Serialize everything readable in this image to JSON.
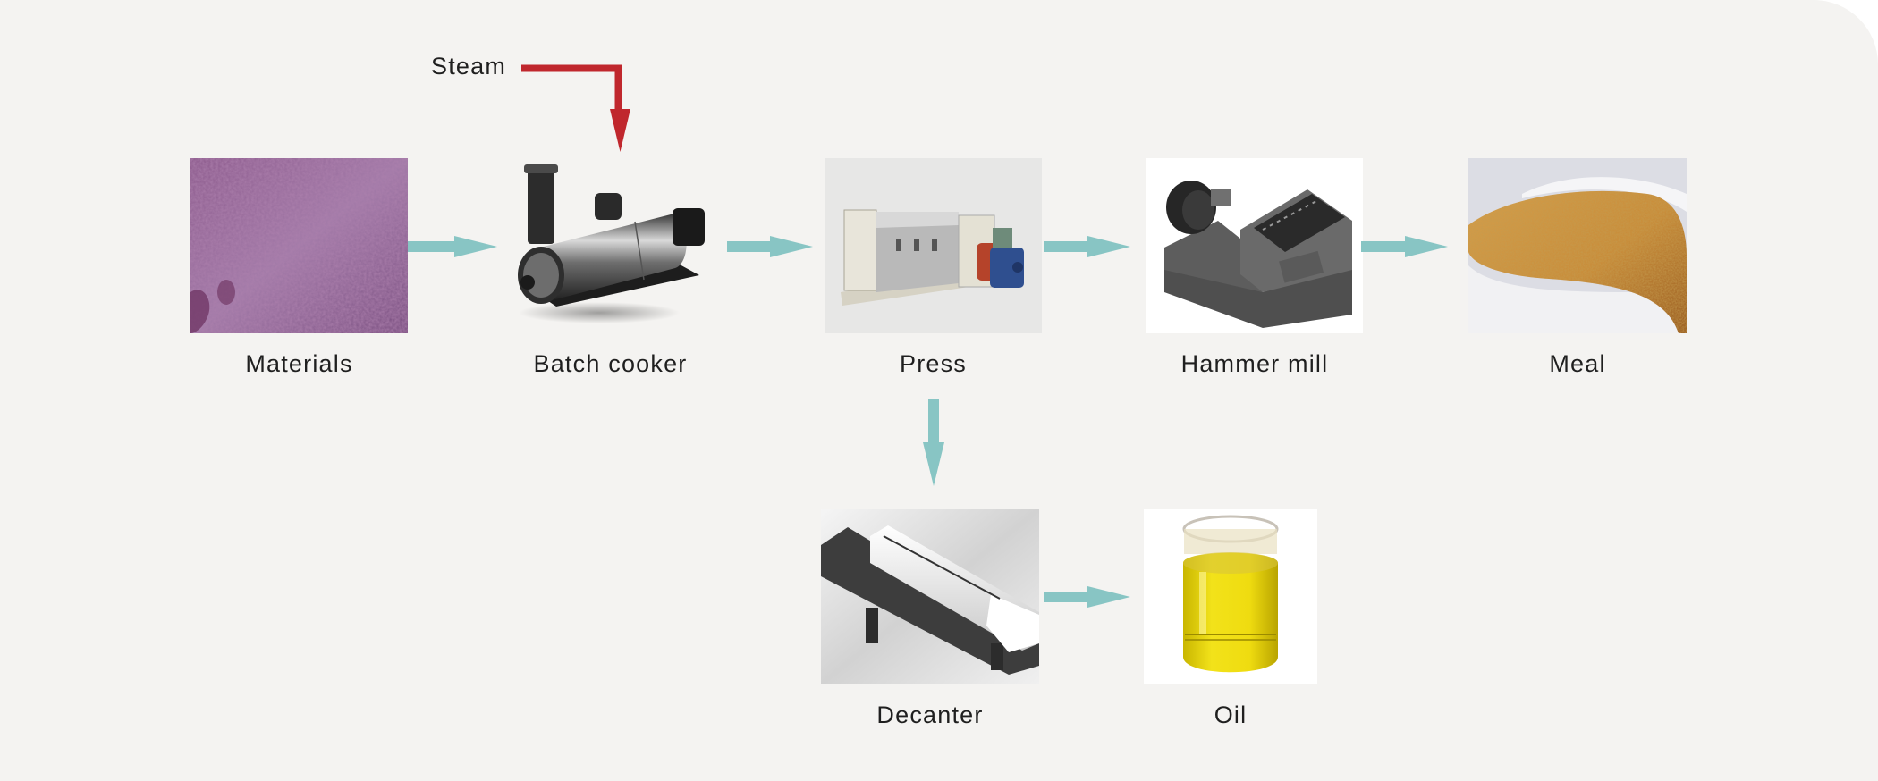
{
  "diagram": {
    "title": "",
    "colors": {
      "flow_arrow": "#88c5c4",
      "steam_arrow": "#c0272d",
      "background": "#f4f3f1",
      "text": "#1f1f1f"
    },
    "inputs": [
      {
        "id": "steam",
        "label": "Steam",
        "target": "batch_cooker"
      }
    ],
    "nodes": [
      {
        "id": "materials",
        "label": "Materials",
        "image": "purple-raw-material-photo"
      },
      {
        "id": "batch_cooker",
        "label": "Batch cooker",
        "image": "steam-cooker-vessel-photo"
      },
      {
        "id": "press",
        "label": "Press",
        "image": "screw-press-machine-photo"
      },
      {
        "id": "hammer_mill",
        "label": "Hammer mill",
        "image": "hammer-mill-machine-photo"
      },
      {
        "id": "meal",
        "label": "Meal",
        "image": "meal-powder-photo"
      },
      {
        "id": "decanter",
        "label": "Decanter",
        "image": "decanter-centrifuge-photo"
      },
      {
        "id": "oil",
        "label": "Oil",
        "image": "oil-jar-photo"
      }
    ],
    "edges": [
      {
        "from": "materials",
        "to": "batch_cooker"
      },
      {
        "from": "batch_cooker",
        "to": "press"
      },
      {
        "from": "press",
        "to": "hammer_mill"
      },
      {
        "from": "hammer_mill",
        "to": "meal"
      },
      {
        "from": "press",
        "to": "decanter"
      },
      {
        "from": "decanter",
        "to": "oil"
      }
    ]
  }
}
